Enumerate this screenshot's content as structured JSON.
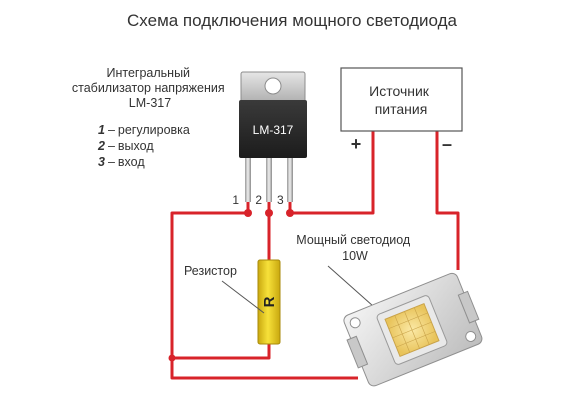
{
  "title": "Схема подключения мощного светодиода",
  "regulator": {
    "caption": [
      "Интегральный",
      "стабилизатор напряжения",
      "LM-317"
    ],
    "body_label": "LM-317",
    "pins": [
      {
        "number": "1",
        "name": "регулировка"
      },
      {
        "number": "2",
        "name": "выход"
      },
      {
        "number": "3",
        "name": "вход"
      }
    ]
  },
  "power_source": {
    "label": [
      "Источник",
      "питания"
    ],
    "plus": "+",
    "minus": "–"
  },
  "resistor": {
    "caption": "Резистор",
    "symbol": "R"
  },
  "led": {
    "caption": [
      "Мощный светодиод",
      "10W"
    ]
  },
  "colors": {
    "wire": "#d8232a",
    "resistor_body": "#f2d31f",
    "chip_body": "#2b2b2b",
    "led_chip": "#f6d978",
    "text": "#333333"
  }
}
